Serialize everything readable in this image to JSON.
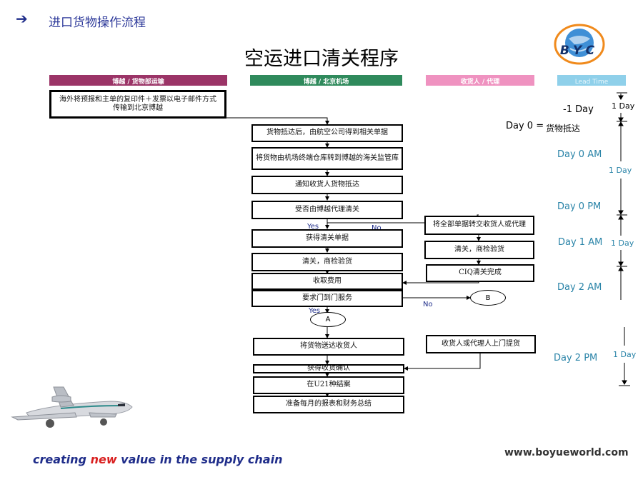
{
  "header": {
    "arrow_icon": "right-arrow-icon",
    "title": "进口货物操作流程"
  },
  "main_title": "空运进口清关程序",
  "logo": {
    "text": "BYC"
  },
  "lanes": [
    {
      "label": "博越 / 货物部运输",
      "color": "#9b3467"
    },
    {
      "label": "博越 / 北京机场",
      "color": "#2f8a5c"
    },
    {
      "label": "收货人 / 代理",
      "color": "#ef92c0"
    },
    {
      "label": "Lead Time",
      "color": "#8fd0ea"
    }
  ],
  "boxes": {
    "overseas": "海外将预报和主单的复印件＋发票以电子邮件方式传输到北京博越",
    "cargo_arrival": "货物抵达后，由航空公司得到相关单据",
    "transfer_warehouse": "将货物由机场终端仓库转到博越的海关监管库",
    "notify": "通知收货人货物抵达",
    "agency_query": "受否由博越代理清关",
    "get_docs": "获得清关单据",
    "clearance_inspection": "清关，商检验货",
    "collect_fee": "收取费用",
    "door_service": "要求门到门服务",
    "deliver": "将货物送达收货人",
    "receipt": "获得收货确认",
    "close_case": "在U21种结案",
    "monthly_report": "准备每月的报表和财务总结",
    "handover_docs": "将全部单据转交收货人或代理",
    "consignee_inspection": "清关，商检验货",
    "ciq_done": "CIQ清关完成",
    "self_pickup": "收货人或代理人上门提货"
  },
  "labels": {
    "yes_1": "Yes",
    "no_1": "No",
    "yes_2": "Yes",
    "no_2": "No",
    "connector_a": "A",
    "connector_b": "B"
  },
  "timeline": {
    "minus_one_day": "-1 Day",
    "day0": "Day 0 =",
    "day0_note": "货物抵达",
    "day0_am": "Day 0 AM",
    "day0_pm": "Day 0 PM",
    "day1_am": "Day 1 AM",
    "day2_am": "Day 2 AM",
    "day2_pm": "Day 2  PM",
    "dur_1": "1 Day",
    "dur_2": "1 Day",
    "dur_3": "1 Day",
    "dur_4": "1 Day"
  },
  "footer": {
    "slogan_pre": "creating ",
    "slogan_hl": "new",
    "slogan_post": " value in the supply chain",
    "website": "www.boyueworld.com"
  },
  "colors": {
    "title_blue": "#1f2d8a",
    "timeline_blue": "#2a84a8",
    "highlight_red": "#d92020"
  }
}
